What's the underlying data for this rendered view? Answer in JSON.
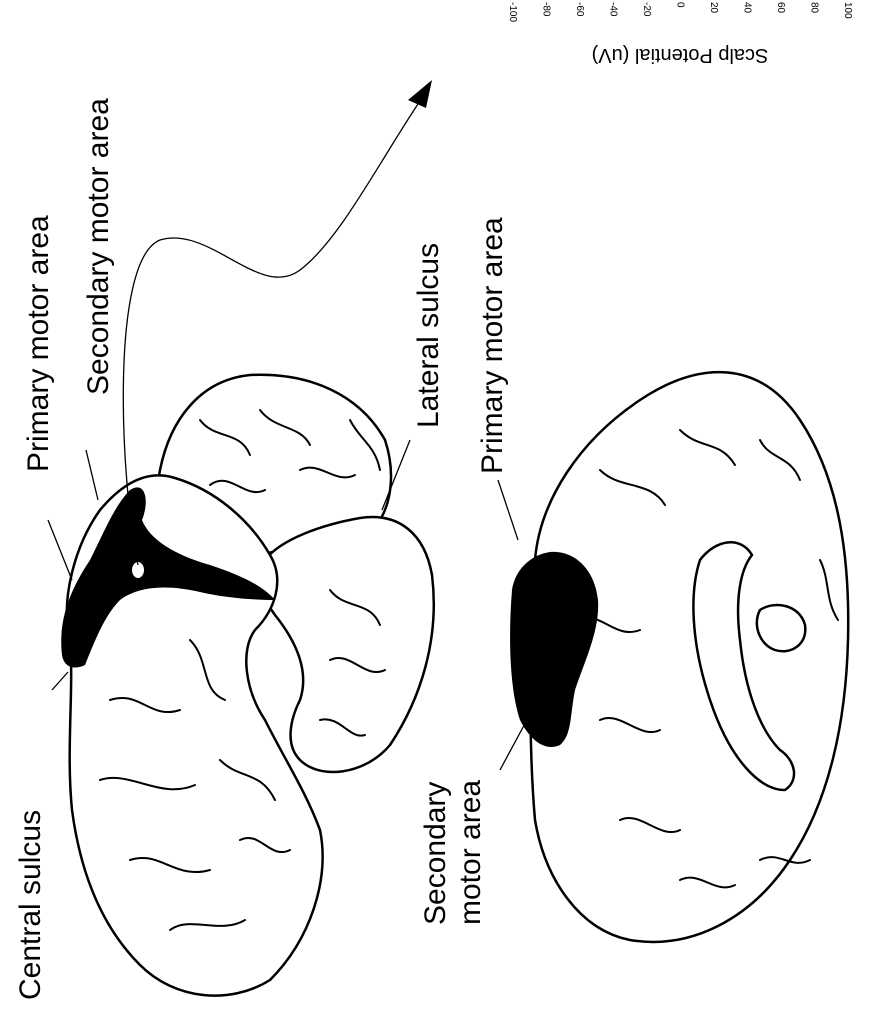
{
  "labels": {
    "central_sulcus": "Central sulcus",
    "primary_motor_top": "Primary motor area",
    "secondary_motor_top": "Secondary motor area",
    "lateral_sulcus": "Lateral sulcus",
    "primary_motor_bottom": "Primary motor area",
    "secondary_motor_bottom_line1": "Secondary",
    "secondary_motor_bottom_line2": "motor area"
  },
  "axis": {
    "title": "Scalp Potential (uV)",
    "ticks": [
      "-100",
      "-80",
      "-60",
      "-40",
      "-20",
      "0",
      "20",
      "40",
      "60",
      "80",
      "100"
    ]
  },
  "colors": {
    "ink": "#000000",
    "paper": "#ffffff"
  }
}
